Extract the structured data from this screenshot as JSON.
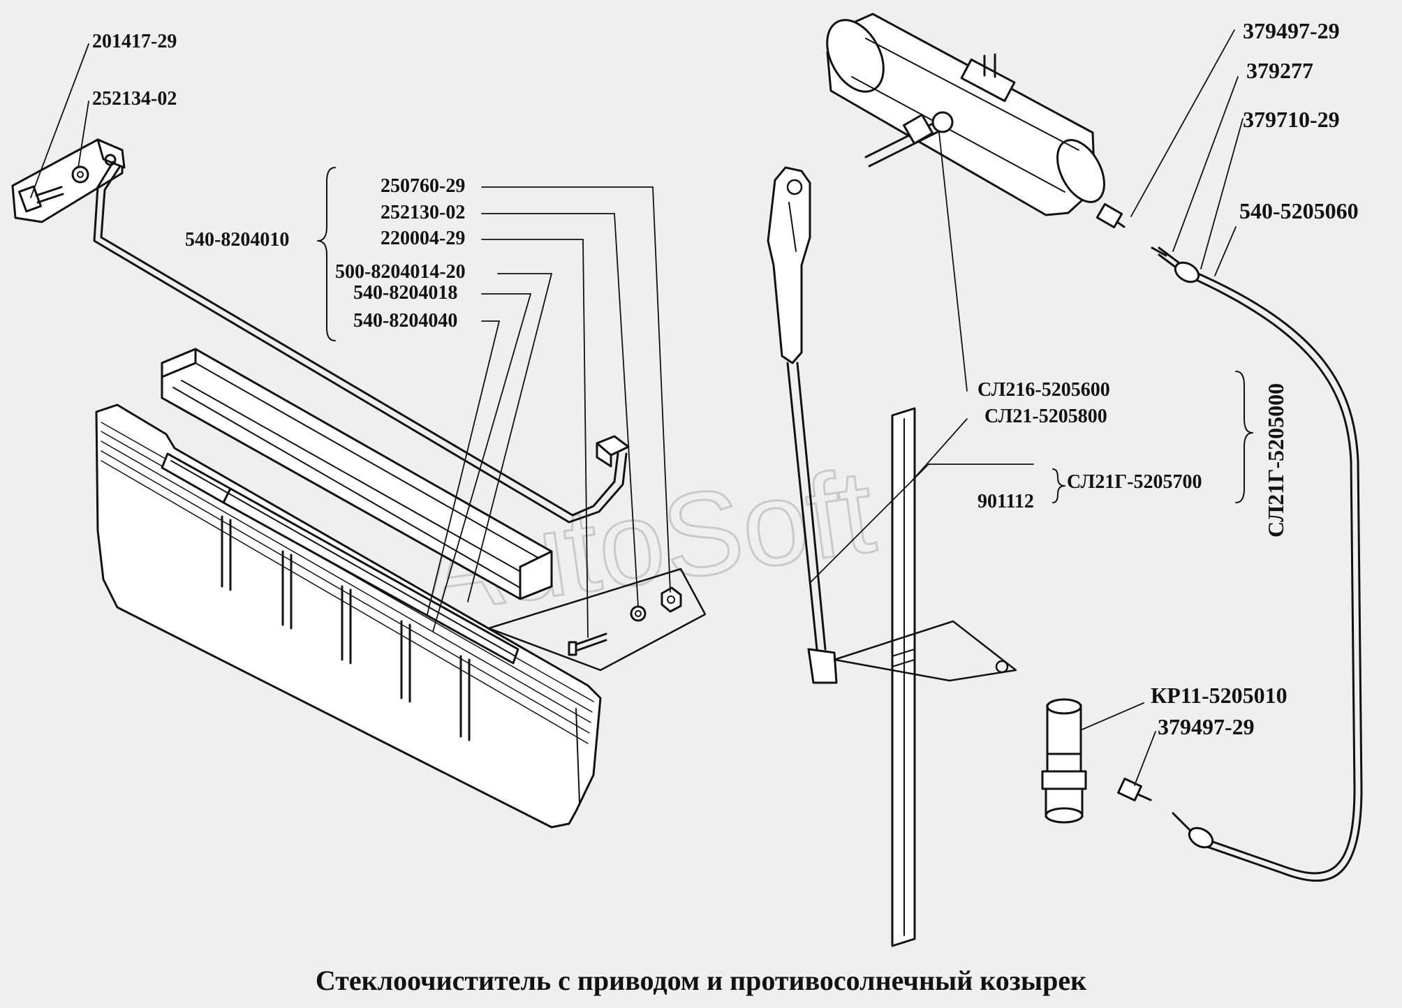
{
  "caption": "Стеклоочиститель с приводом и противосолнечный козырек",
  "watermark": "AutoSoft",
  "labels": {
    "p201417_29": "201417-29",
    "p252134_02": "252134-02",
    "p250760_29": "250760-29",
    "p252130_02": "252130-02",
    "p220004_29": "220004-29",
    "p540_8204010": "540-8204010",
    "p500_8204014_20": "500-8204014-20",
    "p540_8204018": "540-8204018",
    "p540_8204040": "540-8204040",
    "p379497_29_top": "379497-29",
    "p379277": "379277",
    "p379710_29": "379710-29",
    "p540_5205060": "540-5205060",
    "pSL216_5205600": "СЛ216-5205600",
    "pSL21_5205800": "СЛ21-5205800",
    "pSL21G_5205700": "СЛ21Г-5205700",
    "p901112": "901112",
    "pSL21G_5205000": "СЛ21Г-5205000",
    "pKR11_5205010": "КР11-5205010",
    "p379497_29_bottom": "379497-29"
  }
}
